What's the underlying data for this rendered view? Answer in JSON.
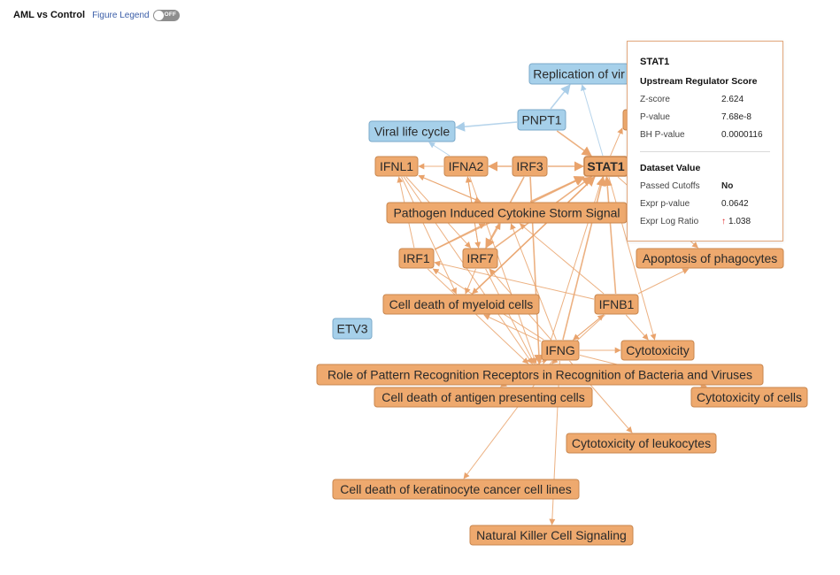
{
  "header": {
    "title": "AML vs Control",
    "legend_link": "Figure Legend",
    "toggle_label": "OFF"
  },
  "colors": {
    "orange_fill": "#eea96e",
    "orange_stroke": "#c8864e",
    "blue_fill": "#a6d0ea",
    "blue_stroke": "#7ba9c9",
    "edge_orange": "#e9a36c",
    "edge_blue": "#a9cde8"
  },
  "nodes": [
    {
      "id": "replication",
      "label": "Replication of vir",
      "type": "blue",
      "bold": false
    },
    {
      "id": "pnpt1",
      "label": "PNPT1",
      "type": "blue",
      "bold": false
    },
    {
      "id": "viral",
      "label": "Viral life cycle",
      "type": "blue",
      "bold": false
    },
    {
      "id": "ifnl1",
      "label": "IFNL1",
      "type": "orange",
      "bold": false
    },
    {
      "id": "ifna2",
      "label": "IFNA2",
      "type": "orange",
      "bold": false
    },
    {
      "id": "irf3",
      "label": "IRF3",
      "type": "orange",
      "bold": false
    },
    {
      "id": "stat1",
      "label": "STAT1",
      "type": "orange",
      "bold": true
    },
    {
      "id": "pathogen",
      "label": "Pathogen Induced Cytokine Storm Signal",
      "type": "orange",
      "bold": false
    },
    {
      "id": "irf1",
      "label": "IRF1",
      "type": "orange",
      "bold": false
    },
    {
      "id": "irf7",
      "label": "IRF7",
      "type": "orange",
      "bold": false
    },
    {
      "id": "apoptosis",
      "label": "Apoptosis of phagocytes",
      "type": "orange",
      "bold": false
    },
    {
      "id": "celldeath_myeloid",
      "label": "Cell death of myeloid cells",
      "type": "orange",
      "bold": false
    },
    {
      "id": "ifnb1",
      "label": "IFNB1",
      "type": "orange",
      "bold": false
    },
    {
      "id": "etv3",
      "label": "ETV3",
      "type": "blue",
      "bold": false
    },
    {
      "id": "ifng",
      "label": "IFNG",
      "type": "orange",
      "bold": false
    },
    {
      "id": "cytotoxicity",
      "label": "Cytotoxicity",
      "type": "orange",
      "bold": false
    },
    {
      "id": "prr",
      "label": "Role of Pattern Recognition Receptors in Recognition of Bacteria and Viruses",
      "type": "orange",
      "bold": false
    },
    {
      "id": "cytotox_cells",
      "label": "Cytotoxicity of cells",
      "type": "orange",
      "bold": false
    },
    {
      "id": "celldeath_apc",
      "label": "Cell death of antigen presenting cells",
      "type": "orange",
      "bold": false
    },
    {
      "id": "cytotox_leuk",
      "label": "Cytotoxicity of leukocytes",
      "type": "orange",
      "bold": false
    },
    {
      "id": "celldeath_kera",
      "label": "Cell death of keratinocyte cancer cell lines",
      "type": "orange",
      "bold": false
    },
    {
      "id": "nk",
      "label": "Natural Killer Cell Signaling",
      "type": "orange",
      "bold": false
    },
    {
      "id": "hidden_top",
      "label": "",
      "type": "orange",
      "bold": false
    }
  ],
  "edges": [
    {
      "from": "pnpt1",
      "to": "replication",
      "color": "blue"
    },
    {
      "from": "ifna2",
      "to": "viral",
      "color": "blue"
    },
    {
      "from": "pnpt1",
      "to": "viral",
      "color": "blue"
    },
    {
      "from": "stat1",
      "to": "replication",
      "color": "blue"
    },
    {
      "from": "ifna2",
      "to": "ifnl1",
      "color": "orange"
    },
    {
      "from": "irf3",
      "to": "ifna2",
      "color": "orange"
    },
    {
      "from": "irf3",
      "to": "stat1",
      "color": "orange"
    },
    {
      "from": "pnpt1",
      "to": "stat1",
      "color": "orange"
    },
    {
      "from": "stat1",
      "to": "hidden_top",
      "color": "orange"
    },
    {
      "from": "pathogen",
      "to": "ifnl1",
      "color": "orange"
    },
    {
      "from": "pathogen",
      "to": "stat1",
      "color": "orange"
    },
    {
      "from": "irf1",
      "to": "ifnl1",
      "color": "orange"
    },
    {
      "from": "irf1",
      "to": "stat1",
      "color": "orange"
    },
    {
      "from": "irf7",
      "to": "ifna2",
      "color": "orange"
    },
    {
      "from": "irf7",
      "to": "stat1",
      "color": "orange"
    },
    {
      "from": "ifna2",
      "to": "irf7",
      "color": "orange"
    },
    {
      "from": "irf3",
      "to": "irf7",
      "color": "orange"
    },
    {
      "from": "ifnl1",
      "to": "irf7",
      "color": "orange"
    },
    {
      "from": "ifnl1",
      "to": "celldeath_myeloid",
      "color": "orange"
    },
    {
      "from": "irf7",
      "to": "celldeath_myeloid",
      "color": "orange"
    },
    {
      "from": "stat1",
      "to": "celldeath_myeloid",
      "color": "orange"
    },
    {
      "from": "stat1",
      "to": "apoptosis",
      "color": "orange"
    },
    {
      "from": "stat1",
      "to": "cytotoxicity",
      "color": "orange"
    },
    {
      "from": "ifnb1",
      "to": "stat1",
      "color": "orange"
    },
    {
      "from": "ifnb1",
      "to": "pathogen",
      "color": "orange"
    },
    {
      "from": "ifnb1",
      "to": "apoptosis",
      "color": "orange"
    },
    {
      "from": "ifnb1",
      "to": "cytotoxicity",
      "color": "orange"
    },
    {
      "from": "ifnb1",
      "to": "ifng",
      "color": "orange"
    },
    {
      "from": "ifnb1",
      "to": "irf1",
      "color": "orange"
    },
    {
      "from": "ifng",
      "to": "ifnb1",
      "color": "orange"
    },
    {
      "from": "ifng",
      "to": "cytotoxicity",
      "color": "orange"
    },
    {
      "from": "ifng",
      "to": "pathogen",
      "color": "orange"
    },
    {
      "from": "ifng",
      "to": "stat1",
      "color": "orange"
    },
    {
      "from": "ifng",
      "to": "celldeath_myeloid",
      "color": "orange"
    },
    {
      "from": "ifng",
      "to": "irf1",
      "color": "orange"
    },
    {
      "from": "ifng",
      "to": "irf7",
      "color": "orange"
    },
    {
      "from": "ifng",
      "to": "cytotox_leuk",
      "color": "orange"
    },
    {
      "from": "ifng",
      "to": "celldeath_kera",
      "color": "orange"
    },
    {
      "from": "ifng",
      "to": "nk",
      "color": "orange"
    },
    {
      "from": "ifng",
      "to": "cytotox_cells",
      "color": "orange"
    },
    {
      "from": "ifng",
      "to": "celldeath_apc",
      "color": "orange"
    },
    {
      "from": "celldeath_myeloid",
      "to": "stat1",
      "color": "orange"
    },
    {
      "from": "irf1",
      "to": "prr",
      "color": "orange"
    },
    {
      "from": "irf7",
      "to": "prr",
      "color": "orange"
    },
    {
      "from": "irf3",
      "to": "prr",
      "color": "orange"
    },
    {
      "from": "ifna2",
      "to": "prr",
      "color": "orange"
    },
    {
      "from": "ifnl1",
      "to": "prr",
      "color": "orange"
    },
    {
      "from": "ifnb1",
      "to": "prr",
      "color": "orange"
    },
    {
      "from": "stat1",
      "to": "prr",
      "color": "orange"
    },
    {
      "from": "irf7",
      "to": "pathogen",
      "color": "orange"
    },
    {
      "from": "irf1",
      "to": "pathogen",
      "color": "orange"
    },
    {
      "from": "ifnl1",
      "to": "pathogen",
      "color": "orange"
    }
  ],
  "tooltip": {
    "name": "STAT1",
    "section1_title": "Upstream Regulator Score",
    "score_rows": [
      {
        "key": "Z-score",
        "value": "2.624"
      },
      {
        "key": "P-value",
        "value": "7.68e-8"
      },
      {
        "key": "BH P-value",
        "value": "0.0000116"
      }
    ],
    "section2_title": "Dataset Value",
    "dataset_rows": [
      {
        "key": "Passed Cutoffs",
        "value": "No",
        "bold": true
      },
      {
        "key": "Expr p-value",
        "value": "0.0642",
        "bold": false
      },
      {
        "key": "Expr Log Ratio",
        "value": "1.038",
        "bold": false,
        "arrow": "up"
      }
    ]
  }
}
